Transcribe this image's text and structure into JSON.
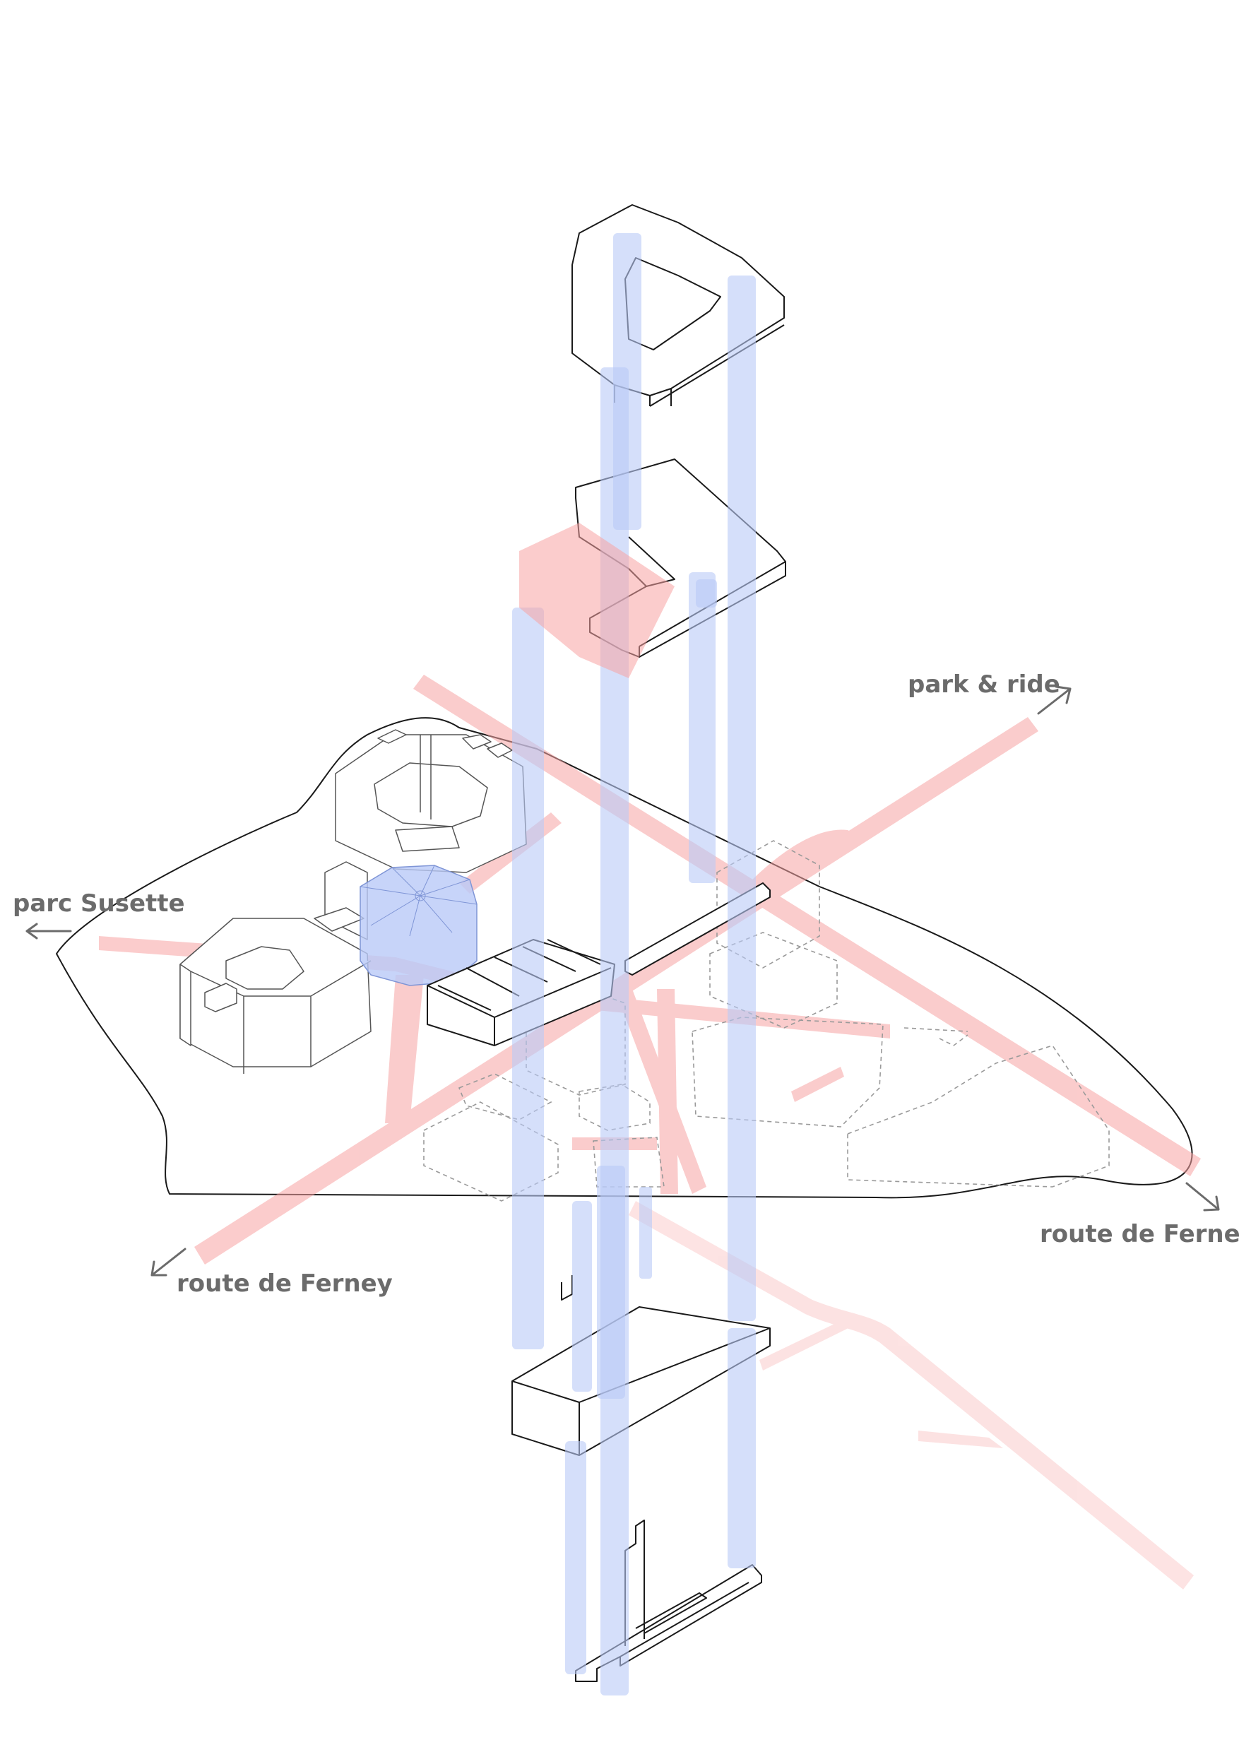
{
  "labels": {
    "park_ride": "park & ride",
    "parc_susette": "parc Susette",
    "route_ferney_right": "route de Ferney",
    "route_ferney_left": "route de Ferney"
  },
  "colors": {
    "circulation_red": "#f7a3a3",
    "vertical_blue": "#b9c9f7",
    "line": "#1a1a1a",
    "label_grey": "#6b6b6b"
  }
}
